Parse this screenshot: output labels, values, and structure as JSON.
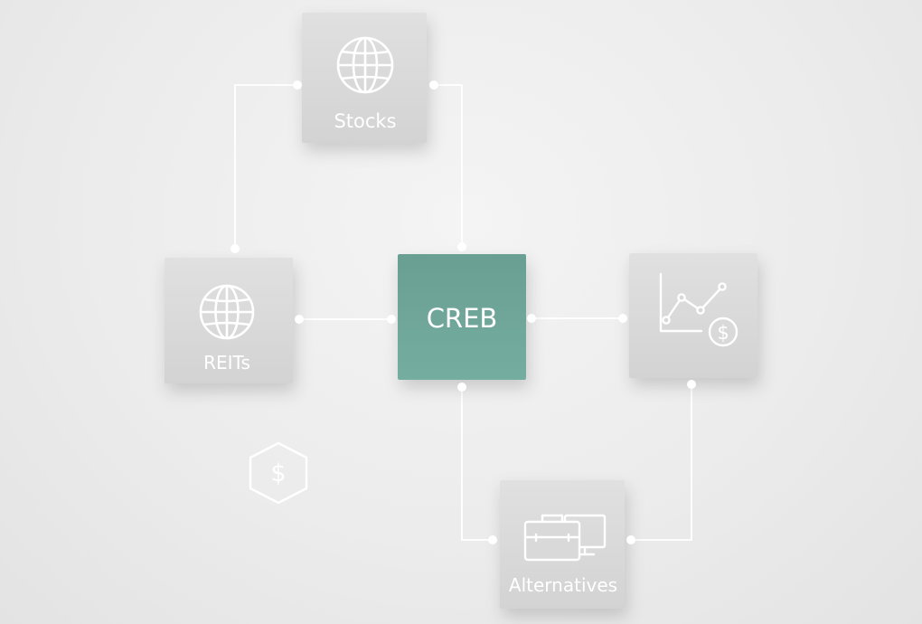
{
  "diagram": {
    "center": {
      "label": "CREB"
    },
    "nodes": {
      "stocks": {
        "label": "Stocks",
        "icon": "globe-icon"
      },
      "reits": {
        "label": "REITs",
        "icon": "globe-icon"
      },
      "growth": {
        "icon": "growth-chart-dollar-icon"
      },
      "alternatives": {
        "label": "Alternatives",
        "icon": "briefcase-monitor-icon"
      }
    },
    "badge": {
      "icon": "hexagon-dollar-icon",
      "symbol": "$"
    },
    "colors": {
      "center": "#6fa89b",
      "tile": "#d9d9d9",
      "line": "#ffffff",
      "background": "#ececec"
    }
  }
}
